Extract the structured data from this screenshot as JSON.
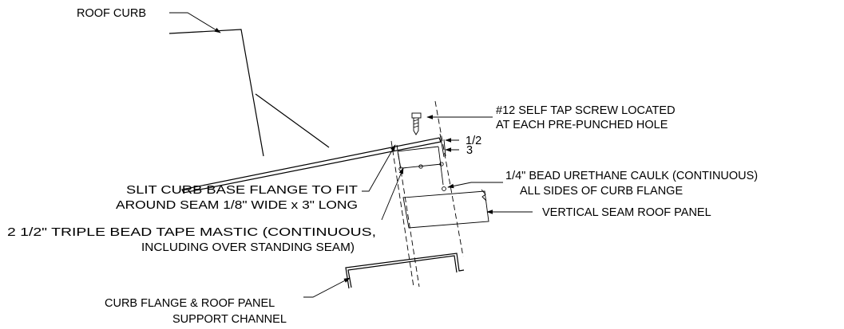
{
  "labels": {
    "roof_curb": "ROOF CURB",
    "screw_line1": "#12 SELF TAP SCREW LOCATED",
    "screw_line2": "AT EACH PRE-PUNCHED HOLE",
    "dim_half": "1/2",
    "dim_three": "3",
    "caulk_line1": "1/4\" BEAD URETHANE CAULK (CONTINUOUS)",
    "caulk_line2": "ALL SIDES OF CURB FLANGE",
    "slit_line1": "SLIT CURB BASE FLANGE TO FIT",
    "slit_line2": "AROUND SEAM 1/8\" WIDE x 3\" LONG",
    "panel": "VERTICAL SEAM ROOF PANEL",
    "mastic_line1": "2 1/2\" TRIPLE BEAD TAPE MASTIC (CONTINUOUS,",
    "mastic_line2": "INCLUDING OVER STANDING SEAM)",
    "channel_line1": "CURB FLANGE & ROOF PANEL",
    "channel_line2": "SUPPORT CHANNEL"
  },
  "colors": {
    "line": "#000000",
    "background": "#ffffff"
  }
}
